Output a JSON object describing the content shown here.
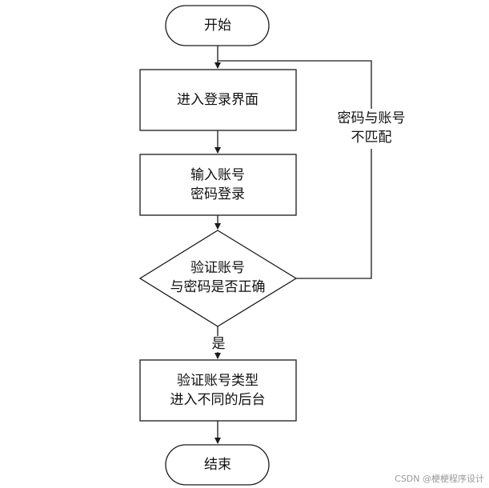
{
  "diagram": {
    "start": {
      "label": "开始"
    },
    "step_login_page": {
      "label": "进入登录界面"
    },
    "step_input": {
      "line1": "输入账号",
      "line2": "密码登录"
    },
    "decision": {
      "line1": "验证账号",
      "line2": "与密码是否正确"
    },
    "step_route": {
      "line1": "验证账号类型",
      "line2": "进入不同的后台"
    },
    "end": {
      "label": "结束"
    },
    "edge_yes": {
      "label": "是"
    },
    "edge_no": {
      "line1": "密码与账号",
      "line2": "不匹配"
    }
  },
  "watermark": {
    "text": "CSDN @梗梗程序设计"
  },
  "colors": {
    "stroke": "#1a1a1a",
    "text": "#111111",
    "background": "#ffffff"
  }
}
